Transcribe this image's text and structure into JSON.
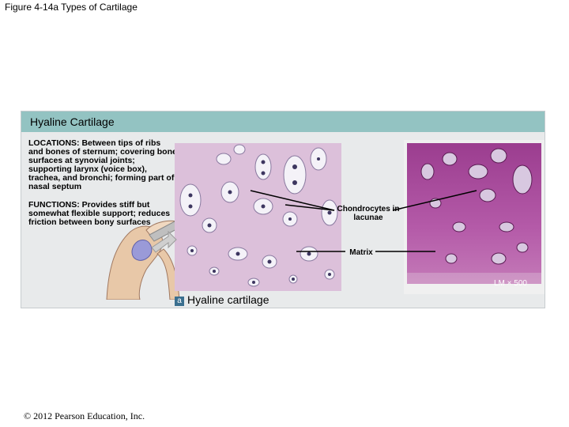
{
  "figure_title": "Figure 4-14a  Types of Cartilage",
  "panel": {
    "header": "Hyaline Cartilage",
    "locations": "LOCATIONS: Between tips of ribs and bones of sternum; covering bone surfaces at synovial joints; supporting larynx (voice box), trachea, and bronchi; forming part of nasal septum",
    "functions": "FUNCTIONS: Provides stiff but somewhat flexible support; reduces friction between bony surfaces",
    "label_chondrocytes": "Chondrocytes in lacunae",
    "label_matrix": "Matrix",
    "magnification": "LM × 500",
    "caption_letter": "a",
    "caption_text": "Hyaline cartilage"
  },
  "copyright": "© 2012 Pearson Education, Inc.",
  "colors": {
    "header_band": "#93c3c2",
    "panel_bg": "#e8eaeb",
    "tissue_light": "#d9b5d6",
    "tissue_dark": "#a24a95"
  }
}
